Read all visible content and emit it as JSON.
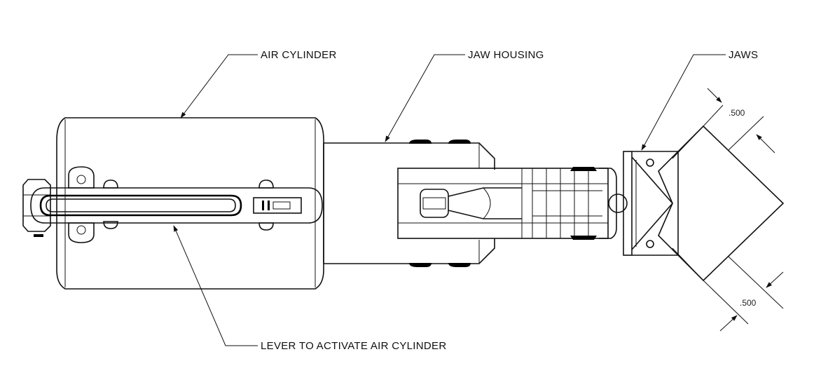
{
  "labels": {
    "air_cylinder": "AIR CYLINDER",
    "jaw_housing": "JAW HOUSING",
    "jaws": "JAWS",
    "lever": "LEVER TO ACTIVATE AIR CYLINDER"
  },
  "dimensions": {
    "upper": ".500",
    "lower": ".500"
  }
}
